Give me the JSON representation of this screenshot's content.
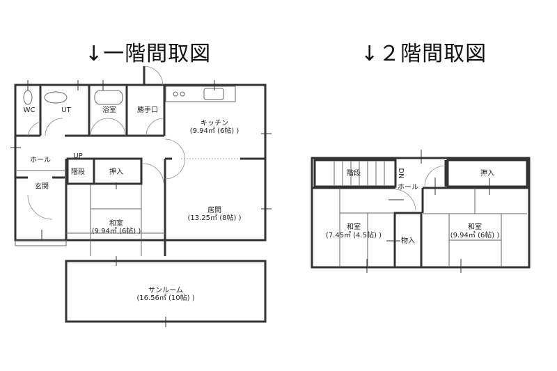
{
  "floor1": {
    "title": "↓一階間取図",
    "rooms": {
      "wc": "WC",
      "ut": "UT",
      "bath": "浴室",
      "back_door": "勝手口",
      "kitchen": {
        "name": "キッチン",
        "area": "(9.94㎡ (6帖) )"
      },
      "hall": "ホール",
      "up": "UP",
      "stairs": "階段",
      "closet": "押入",
      "entrance": "玄関",
      "washitsu": {
        "name": "和室",
        "area": "(9.94㎡ (6帖) )"
      },
      "living": {
        "name": "居間",
        "area": "(13.25㎡ (8帖) )"
      },
      "sunroom": {
        "name": "サンルーム",
        "area": "(16.56㎡ (10帖) )"
      }
    }
  },
  "floor2": {
    "title": "↓２階間取図",
    "rooms": {
      "stairs": "階段",
      "dn": "DN",
      "hall": "ホール",
      "closet": "押入",
      "washitsu_left": {
        "name": "和室",
        "area": "(7.45㎡ (4.5帖) )"
      },
      "storage": "物入",
      "washitsu_right": {
        "name": "和室",
        "area": "(9.94㎡ (6帖) )"
      }
    }
  }
}
